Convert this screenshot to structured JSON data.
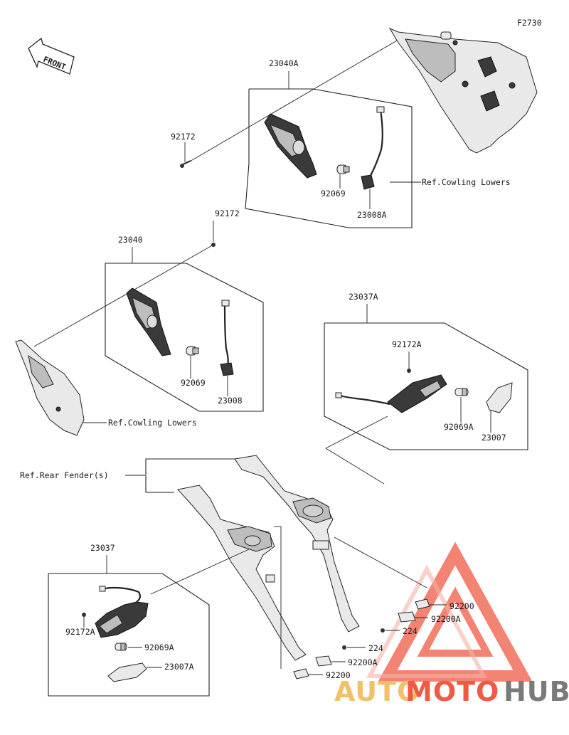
{
  "diagram": {
    "code": "F2730",
    "front_label": "FRONT",
    "labels": {
      "p23040A": "23040A",
      "p92172_top": "92172",
      "p92069_top": "92069",
      "p23008A": "23008A",
      "ref_cowling_lowers_top": "Ref.Cowling Lowers",
      "p92172_mid": "92172",
      "p23040": "23040",
      "p92069_mid": "92069",
      "p23008": "23008",
      "ref_cowling_lowers_left": "Ref.Cowling Lowers",
      "p23037A": "23037A",
      "p92172A_right": "92172A",
      "p92069A_right": "92069A",
      "p23007": "23007",
      "ref_rear_fender": "Ref.Rear Fender(s)",
      "p23037": "23037",
      "p92172A_left": "92172A",
      "p92069A_left": "92069A",
      "p23007A": "23007A",
      "p92200_r": "92200",
      "p92200A_r": "92200A",
      "p224_r": "224",
      "p224_l": "224",
      "p92200A_l": "92200A",
      "p92200_l": "92200"
    }
  },
  "watermark": {
    "part1": "AUTO",
    "part2": "MOTO",
    "part3": "HUB",
    "colors": {
      "auto": "#f3c06a",
      "moto": "#ef5a45",
      "hub": "#7a7a7a"
    }
  }
}
